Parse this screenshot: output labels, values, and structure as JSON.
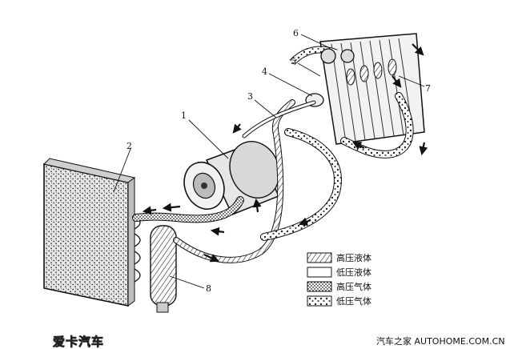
{
  "diagram": {
    "callouts": [
      {
        "id": "1",
        "text": "1"
      },
      {
        "id": "2",
        "text": "2"
      },
      {
        "id": "3",
        "text": "3"
      },
      {
        "id": "4",
        "text": "4"
      },
      {
        "id": "5",
        "text": "5"
      },
      {
        "id": "6",
        "text": "6"
      },
      {
        "id": "7",
        "text": "7"
      },
      {
        "id": "8",
        "text": "8"
      }
    ],
    "legend": [
      {
        "label": "高压液体",
        "pattern": "hatch"
      },
      {
        "label": "低压液体",
        "pattern": "blank"
      },
      {
        "label": "高压气体",
        "pattern": "dense-dots"
      },
      {
        "label": "低压气体",
        "pattern": "sparse-dots"
      }
    ]
  },
  "watermarks": {
    "logo": "爱卡汽车",
    "footer": "汽车之家 AUTOHOME.COM.CN"
  }
}
